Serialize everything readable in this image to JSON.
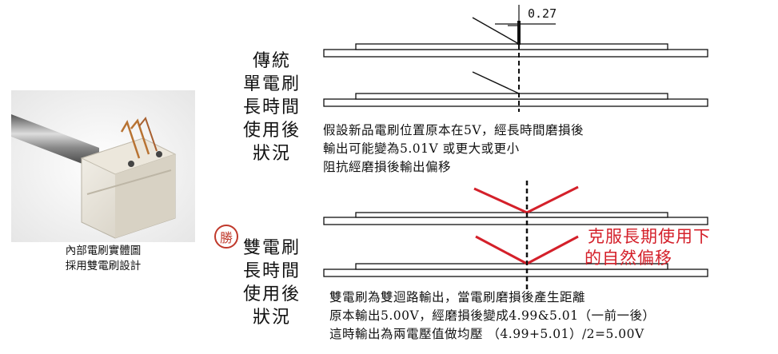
{
  "photo_caption": [
    "內部電刷實體圖",
    "採用雙電刷設計"
  ],
  "traditional": {
    "label_lines": [
      "傳統",
      "單電刷",
      "長時間",
      "使用後",
      "狀況"
    ],
    "measurement": "0.27",
    "description": [
      "假設新品電刷位置原本在5V，經長時間磨損後",
      "輸出可能變為5.01V 或更大或更小",
      "阻抗經磨損後輸出偏移"
    ]
  },
  "dual": {
    "stamp": "勝",
    "label_lines": [
      "雙電刷",
      "長時間",
      "使用後",
      "狀況"
    ],
    "red_note": [
      "克服長期使用下",
      "的自然偏移"
    ],
    "description": [
      "雙電刷為雙迴路輸出，當電刷磨損後產生距離",
      "原本輸出5.00V，經磨損後變成4.99&5.01（一前一後）",
      "這時輸出為兩電壓值做均壓 （4.99+5.01）/2=5.00V"
    ]
  },
  "colors": {
    "accent_red": "#d4202a",
    "line": "#111111"
  }
}
